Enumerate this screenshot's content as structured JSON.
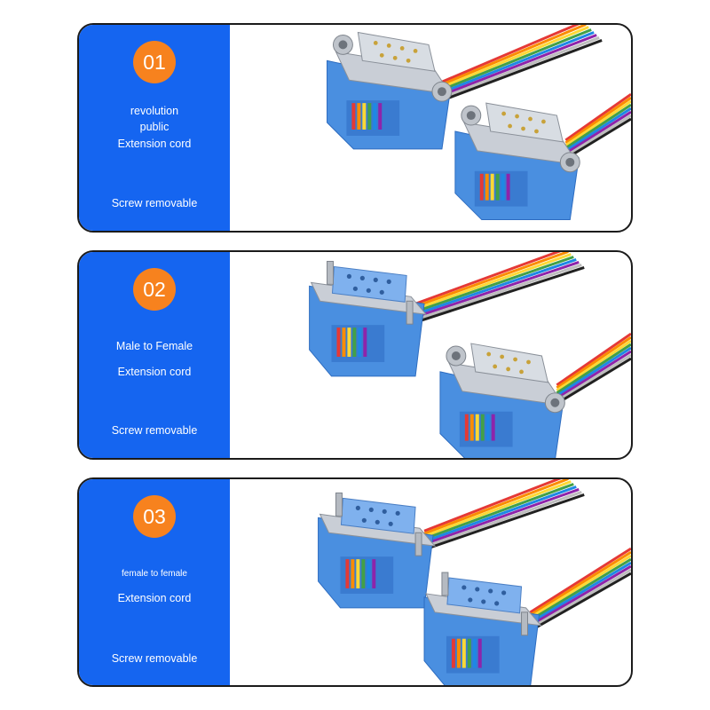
{
  "colors": {
    "panel_blue": "#1565f0",
    "badge_orange": "#f7821e",
    "connector_blue": "#4a8fe0",
    "ribbon": [
      "#e53935",
      "#fb8c00",
      "#fdd835",
      "#43a047",
      "#1e88e5",
      "#8e24aa",
      "#bdbdbd",
      "#212121"
    ]
  },
  "cards": [
    {
      "number": "01",
      "lines": [
        "revolution",
        "public",
        "Extension cord"
      ],
      "footer": "Screw removable",
      "connector_types": [
        "male-connector",
        "male-connector"
      ]
    },
    {
      "number": "02",
      "lines": [
        "Male to Female",
        "Extension cord"
      ],
      "footer": "Screw removable",
      "connector_types": [
        "female-connector",
        "male-connector"
      ]
    },
    {
      "number": "03",
      "lines": [
        "female to female",
        "Extension cord"
      ],
      "footer": "Screw removable",
      "connector_types": [
        "female-connector",
        "female-connector"
      ]
    }
  ]
}
